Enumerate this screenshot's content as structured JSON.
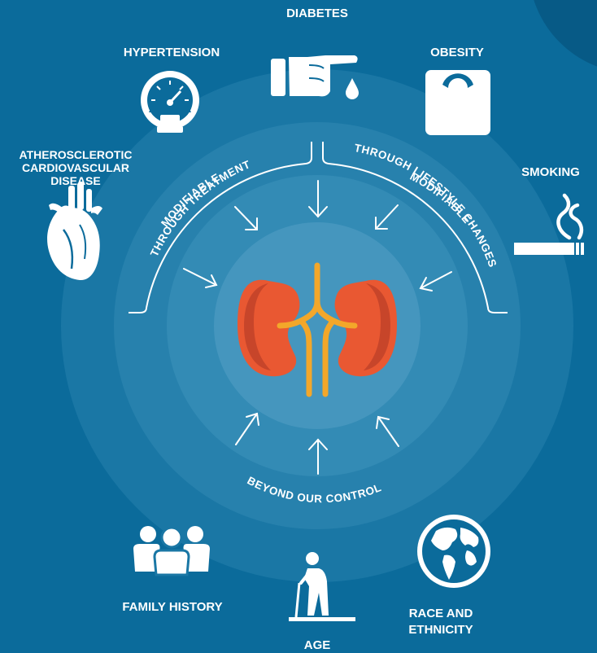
{
  "colors": {
    "background": "#0b6b9b",
    "ring_outer": "#1a77a5",
    "ring_mid": "#2781ad",
    "ring_inner": "#338bb5",
    "core": "#4596be",
    "kidney": "#e95832",
    "kidney_shadow": "#c7452a",
    "ureter": "#f3a72a",
    "white": "#ffffff"
  },
  "factors": {
    "diabetes": "DIABETES",
    "hypertension": "HYPERTENSION",
    "obesity": "OBESITY",
    "ascvd": [
      "ATHEROSCLEROTIC",
      "CARDIOVASCULAR",
      "DISEASE"
    ],
    "smoking": "SMOKING",
    "family_history": "FAMILY HISTORY",
    "age": "AGE",
    "race_ethnicity": [
      "RACE AND",
      "ETHNICITY"
    ]
  },
  "groups": {
    "treatment": [
      "MODIFIABLE",
      "THROUGH TREATMENT"
    ],
    "lifestyle": [
      "MODIFIABLE",
      "THROUGH LIFESTYLE CHANGES"
    ],
    "control": "BEYOND OUR CONTROL"
  },
  "icons": [
    "pointing-hand-icon",
    "blood-drop-icon",
    "pressure-gauge-icon",
    "scale-icon",
    "heart-icon",
    "cigarette-icon",
    "family-icon",
    "elderly-person-icon",
    "globe-icon",
    "kidneys-icon"
  ]
}
